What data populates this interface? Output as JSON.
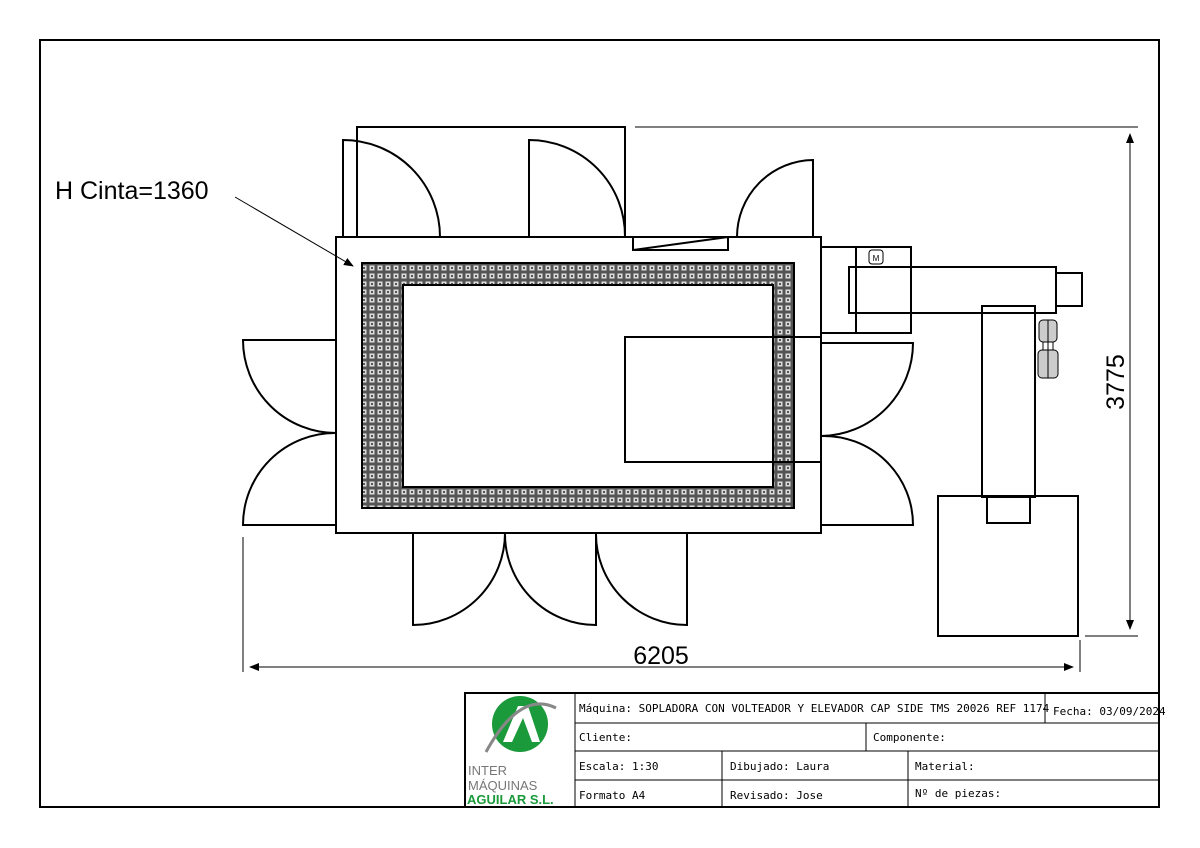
{
  "drawing": {
    "belt_height_label": "H Cinta=1360",
    "dim_width": "6205",
    "dim_height": "3775",
    "motor_label": "M"
  },
  "title_block": {
    "logo": {
      "line1": "INTER",
      "line2": "MÁQUINAS",
      "line3": "AGUILAR S.L.",
      "brand_color": "#1a9a3a"
    },
    "maquina": "Máquina: SOPLADORA CON VOLTEADOR Y ELEVADOR CAP SIDE TMS 20026 REF 1174",
    "fecha": "Fecha: 03/09/2024",
    "cliente": "Cliente:",
    "componente": "Componente:",
    "escala": "Escala: 1:30",
    "dibujado": "Dibujado: Laura",
    "material": "Material:",
    "formato": "Formato A4",
    "revisado": "Revisado: Jose",
    "piezas": "Nº de piezas:"
  }
}
